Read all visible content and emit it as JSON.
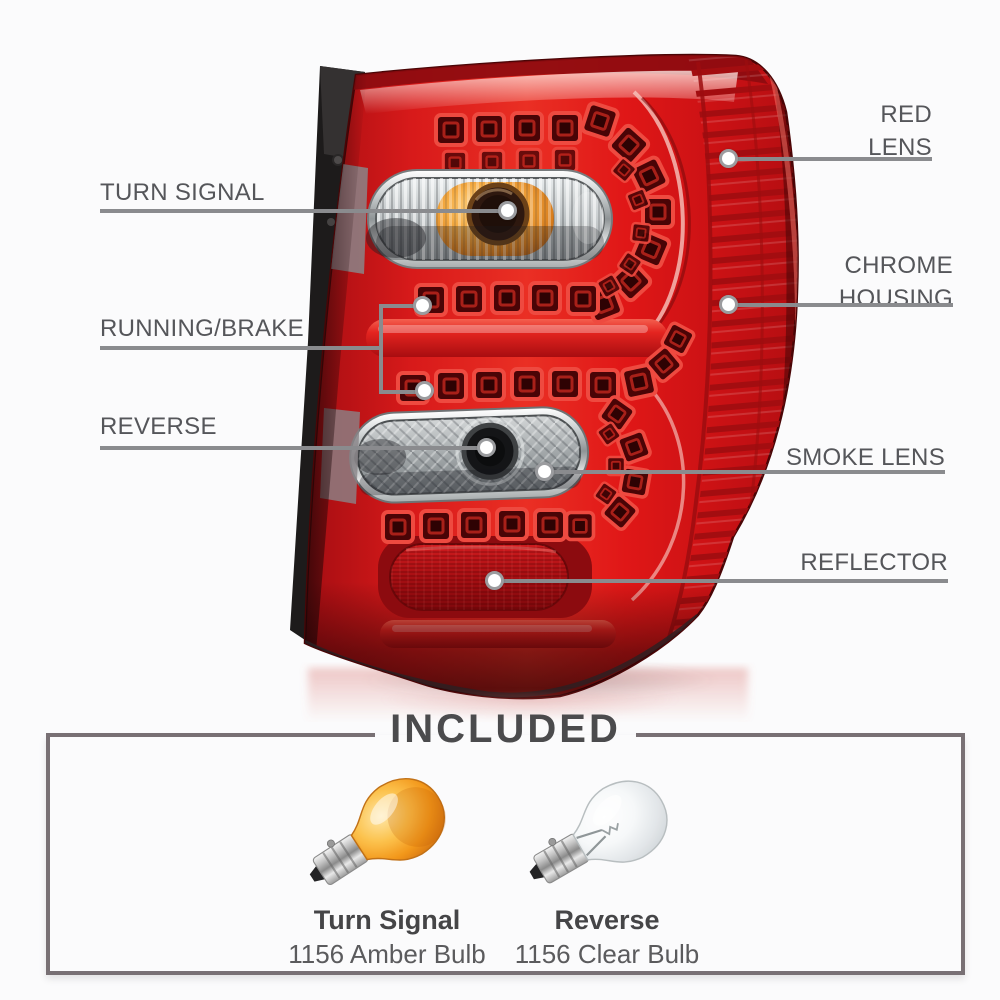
{
  "callouts": {
    "turn_signal": {
      "label": "TURN SIGNAL"
    },
    "running_brake": {
      "label": "RUNNING/BRAKE"
    },
    "reverse": {
      "label": "REVERSE"
    },
    "red_lens": {
      "line1": "RED",
      "line2": "LENS"
    },
    "chrome_housing": {
      "line1": "CHROME",
      "line2": "HOUSING"
    },
    "smoke_lens": {
      "label": "SMOKE LENS"
    },
    "reflector": {
      "label": "REFLECTOR"
    }
  },
  "included": {
    "title": "INCLUDED",
    "items": [
      {
        "name": "Turn Signal",
        "description": "1156 Amber Bulb",
        "bulb": "amber-bulb"
      },
      {
        "name": "Reverse",
        "description": "1156 Clear Bulb",
        "bulb": "clear-bulb"
      }
    ]
  },
  "icons": {
    "callout_marker": "white-dot"
  },
  "colors": {
    "lens_red": "#e01818",
    "lens_red_dark": "#8c0b10",
    "amber": "#f29d2e",
    "chrome": "#c9cdce",
    "smoke": "#9aa0a2",
    "callout_line": "#8a8b8e",
    "label_text": "#55565a",
    "box_border": "#787074",
    "title_text": "#4b4b4d"
  }
}
